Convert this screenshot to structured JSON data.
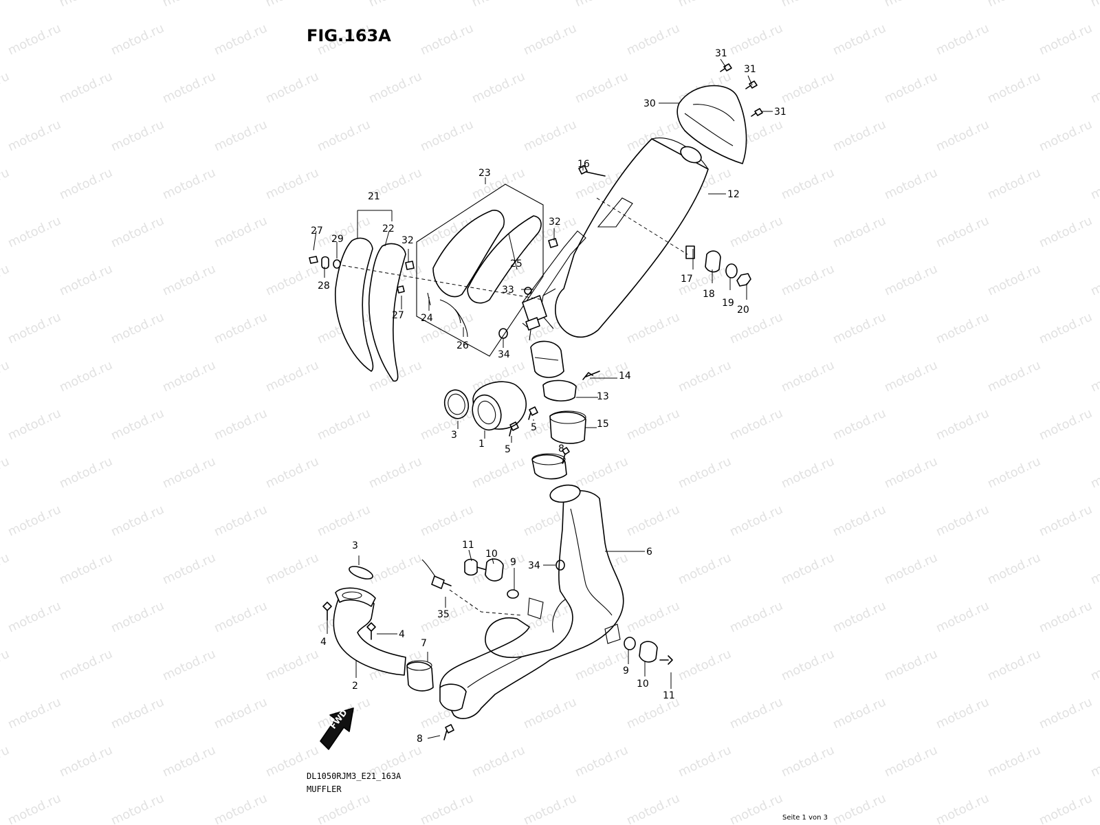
{
  "figure": {
    "title": "FIG.163A",
    "code": "DL1050RJM3_E21_163A",
    "name": "MUFFLER"
  },
  "watermark": "motod.ru",
  "direction_arrow": "FWD",
  "page_indicator": "Seite 1 von 3",
  "callouts": {
    "c1": "1",
    "c2": "2",
    "c3a": "3",
    "c3b": "3",
    "c4a": "4",
    "c4b": "4",
    "c5a": "5",
    "c5b": "5",
    "c6": "6",
    "c7": "7",
    "c8a": "8",
    "c8b": "8",
    "c9a": "9",
    "c9b": "9",
    "c10a": "10",
    "c10b": "10",
    "c11a": "11",
    "c11b": "11",
    "c12": "12",
    "c13": "13",
    "c14": "14",
    "c15": "15",
    "c16": "16",
    "c17": "17",
    "c18": "18",
    "c19": "19",
    "c20": "20",
    "c21": "21",
    "c22": "22",
    "c23": "23",
    "c24": "24",
    "c25": "25",
    "c26": "26",
    "c27a": "27",
    "c27b": "27",
    "c28": "28",
    "c29": "29",
    "c30": "30",
    "c31a": "31",
    "c31b": "31",
    "c31c": "31",
    "c32a": "32",
    "c32b": "32",
    "c33": "33",
    "c34a": "34",
    "c34b": "34",
    "c35": "35"
  }
}
